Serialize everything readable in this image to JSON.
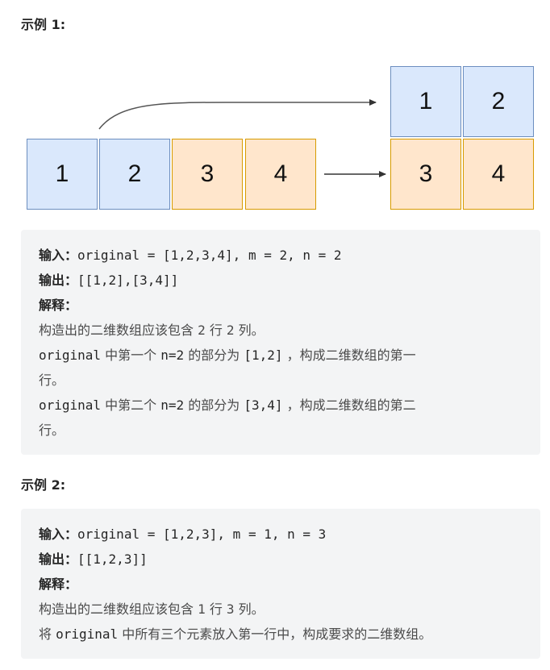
{
  "example1": {
    "heading": "示例 1:",
    "diagram": {
      "source_cells": [
        "1",
        "2",
        "3",
        "4"
      ],
      "result_rows": [
        [
          "1",
          "2"
        ],
        [
          "3",
          "4"
        ]
      ]
    },
    "input_label": "输入：",
    "input_value": "original = [1,2,3,4], m = 2, n = 2",
    "output_label": "输出：",
    "output_value": "[[1,2],[3,4]]",
    "explain_label": "解释：",
    "explain_line1_a": "构造出的二维数组应该包含 ",
    "explain_line1_m": "2",
    "explain_line1_b": " 行 ",
    "explain_line1_n": "2",
    "explain_line1_c": " 列。",
    "explain_line2_code1": "original",
    "explain_line2_a": " 中第一个 ",
    "explain_line2_code2": "n=2",
    "explain_line2_b": " 的部分为 ",
    "explain_line2_code3": "[1,2]",
    "explain_line2_c": " ，构成二维数组的第一",
    "explain_line3": "行。",
    "explain_line4_code1": "original",
    "explain_line4_a": " 中第二个 ",
    "explain_line4_code2": "n=2",
    "explain_line4_b": " 的部分为 ",
    "explain_line4_code3": "[3,4]",
    "explain_line4_c": " ，构成二维数组的第二",
    "explain_line5": "行。"
  },
  "example2": {
    "heading": "示例 2:",
    "input_label": "输入：",
    "input_value": "original = [1,2,3], m = 1, n = 3",
    "output_label": "输出：",
    "output_value": "[[1,2,3]]",
    "explain_label": "解释：",
    "explain_line1_a": "构造出的二维数组应该包含 ",
    "explain_line1_m": "1",
    "explain_line1_b": " 行 ",
    "explain_line1_n": "3",
    "explain_line1_c": " 列。",
    "explain_line2_a": "将 ",
    "explain_line2_code": "original",
    "explain_line2_b": " 中所有三个元素放入第一行中，构成要求的二维数组。"
  },
  "colors": {
    "blue_fill": "#dae8fc",
    "blue_border": "#6c8ebf",
    "orange_fill": "#ffe6cc",
    "orange_border": "#d79b00",
    "box_background": "#f3f4f5"
  }
}
